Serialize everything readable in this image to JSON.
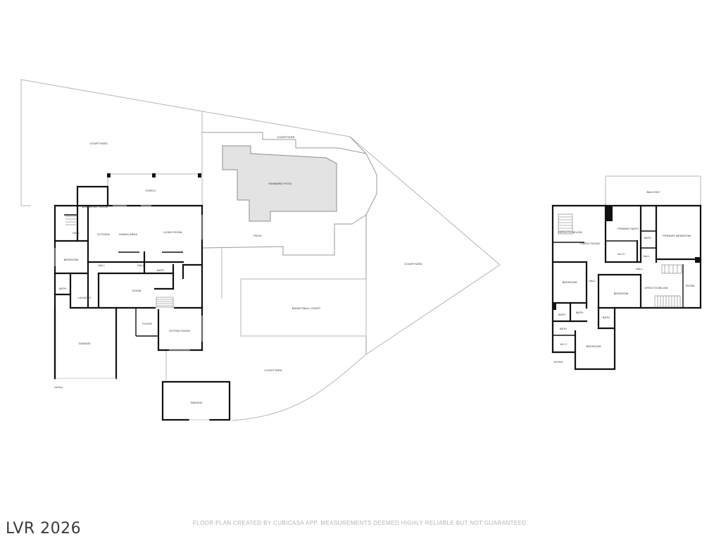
{
  "footer_text": "FLOOR PLAN CREATED BY CUBICASA APP. MEASUREMENTS DEEMED HIGHLY RELIABLE BUT NOT GUARANTEED.",
  "watermark": "LVR 2026",
  "site": {
    "courtyard_nw": "COURTYARD",
    "courtyard_n": "COURTYARD",
    "courtyard_e": "COURTYARD",
    "courtyard_s": "COURTYARD",
    "swimming_pool": "SWIMMING POOL",
    "patio": "PATIO",
    "basketball_court": "BASKETBALL COURT",
    "detached_garage": "GARAGE"
  },
  "floor1": {
    "floor_label": "1st floor",
    "porch": "PORCH",
    "breakfast_nook": "BREAKFAST NOOK",
    "hall_a": "HALL",
    "kitchen": "KITCHEN",
    "dining_area": "DINING AREA",
    "living_room": "LIVING ROOM",
    "bedroom": "BEDROOM",
    "hall_b": "HALL",
    "hall_c": "HALL",
    "bath_a": "BATH",
    "bath_b": "BATH",
    "laundry": "LAUNDRY",
    "room": "ROOM",
    "foyer": "FOYER",
    "sitting_room": "SITTING ROOM",
    "garage": "GARAGE"
  },
  "floor2": {
    "floor_label": "2nd floor",
    "balcony": "BALCONY",
    "open_to_below_a": "OPEN TO BELOW",
    "family_room": "FAMILY ROOM",
    "primary_bath": "PRIMARY BATH",
    "primary_bedroom": "PRIMARY BEDROOM",
    "bath_a": "BATH",
    "wic_a": "W.I.C.",
    "hall_a": "HALL",
    "hall_b": "HALL",
    "bedroom_a": "BEDROOM",
    "hall_c": "HALL",
    "bedroom_b": "BEDROOM",
    "open_to_below_b": "OPEN TO BELOW",
    "room": "ROOM",
    "bath_b": "BATH",
    "bath_c": "BATH",
    "bath_d": "BATH",
    "bath_e": "BATH",
    "wic_b": "W.I.C.",
    "bedroom_c": "BEDROOM"
  }
}
